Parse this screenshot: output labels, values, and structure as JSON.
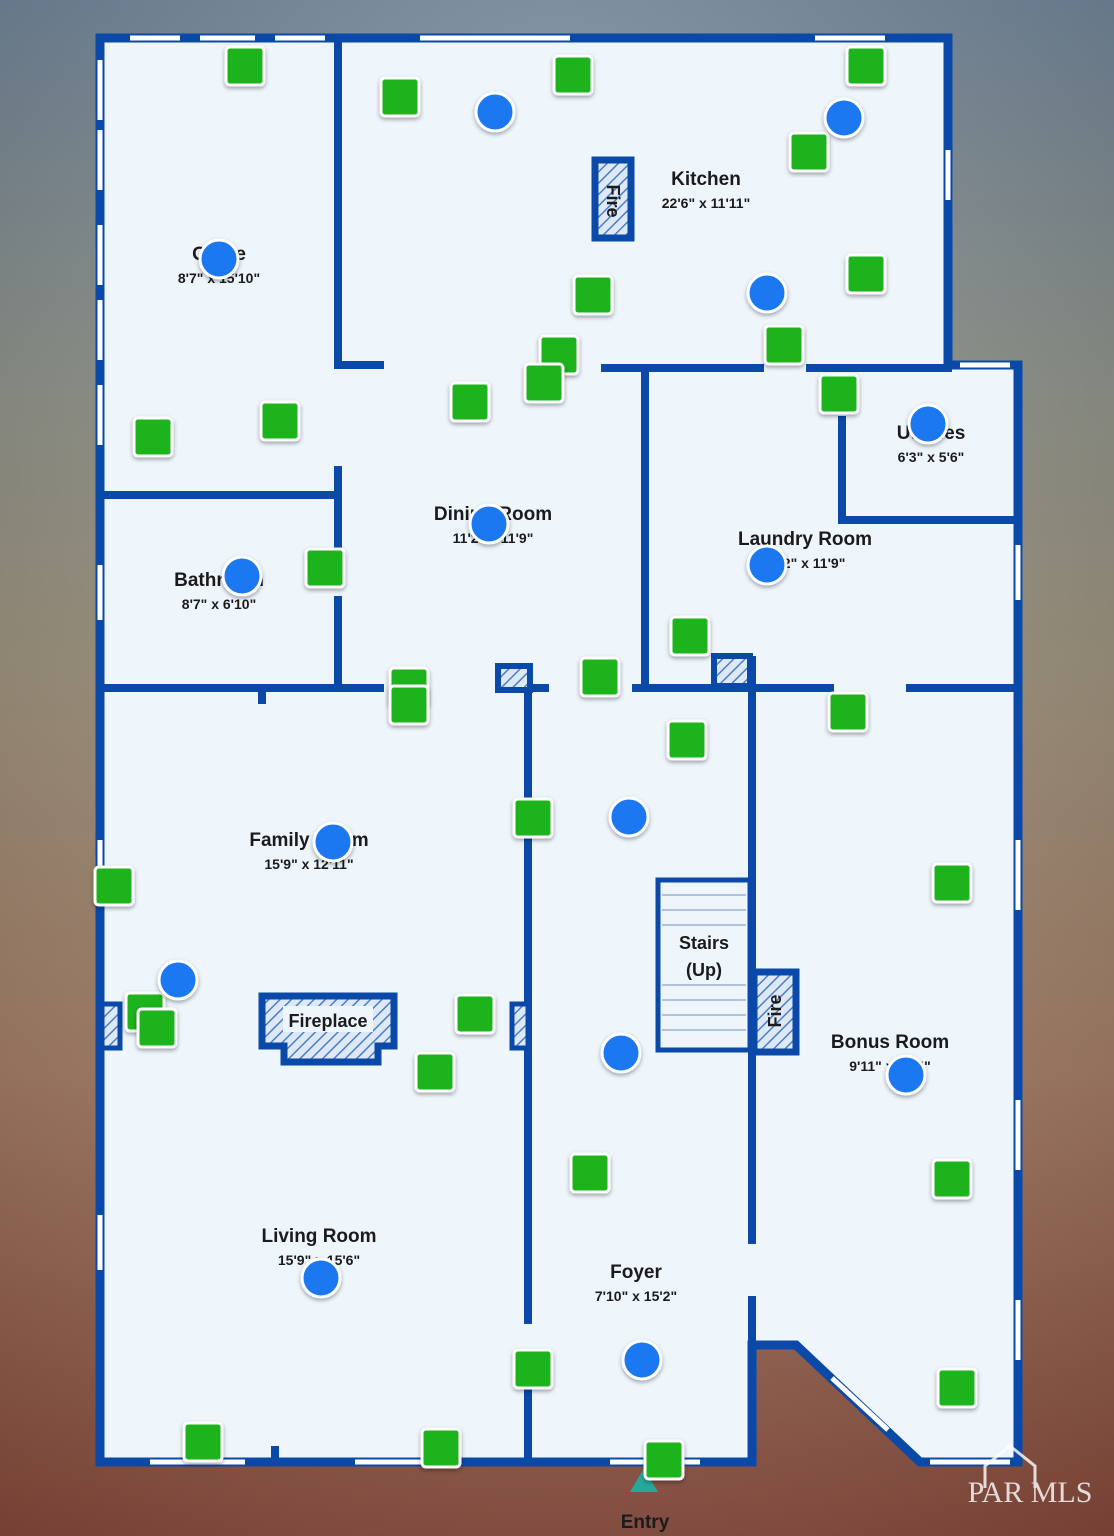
{
  "rooms": {
    "office": {
      "name": "Office",
      "dims": "8'7\" x 15'10\""
    },
    "bathroom": {
      "name": "Bathroom",
      "dims": "8'7\" x 6'10\""
    },
    "kitchen": {
      "name": "Kitchen",
      "dims": "22'6\" x 11'11\""
    },
    "dining": {
      "name": "Dining Room",
      "dims": "11'2\" x 11'9\""
    },
    "laundry": {
      "name": "Laundry Room",
      "dims": "11'2\" x 11'9\""
    },
    "utilities": {
      "name": "Utilities",
      "dims": "6'3\" x 5'6\""
    },
    "family": {
      "name": "Family Room",
      "dims": "15'9\" x 12'11\""
    },
    "living": {
      "name": "Living Room",
      "dims": "15'9\" x 15'6\""
    },
    "foyer": {
      "name": "Foyer",
      "dims": "7'10\" x 15'2\""
    },
    "bonus": {
      "name": "Bonus Room",
      "dims": "9'11\" x 27'4\""
    }
  },
  "labels": {
    "stairs_line1": "Stairs",
    "stairs_line2": "(Up)",
    "fireplace": "Fireplace",
    "fire_kitchen": "Fire",
    "fire_stairs": "Fire",
    "entry": "Entry",
    "watermark": "PAR MLS"
  },
  "colors": {
    "wall": "#0a49a8",
    "floor": "#eef6fc",
    "marker_square": "#1fb31f",
    "marker_dot": "#1f78f0"
  }
}
